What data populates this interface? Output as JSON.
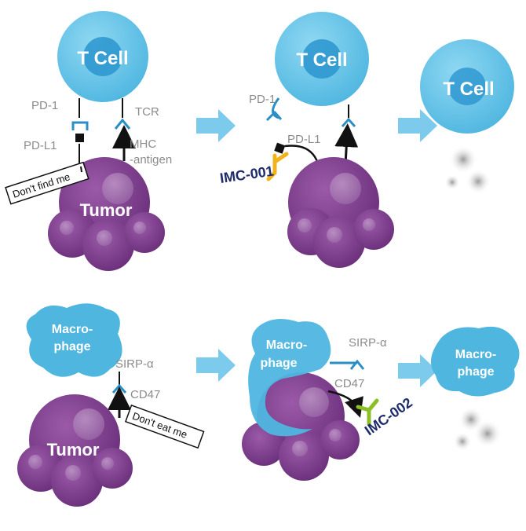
{
  "panel1": {
    "tcell": "T Cell",
    "pd1": "PD-1",
    "tcr": "TCR",
    "pdl1": "PD-L1",
    "mhc_line1": "MHC",
    "mhc_line2": "-antigen",
    "tag": "Don't find me",
    "tumor": "Tumor"
  },
  "panel2": {
    "tcell": "T Cell",
    "pd1": "PD-1",
    "pdl1": "PD-L1",
    "drug": "IMC-001"
  },
  "panel3": {
    "tcell": "T Cell"
  },
  "panel4": {
    "mac_line1": "Macro-",
    "mac_line2": "phage",
    "sirpa": "SIRP-α",
    "cd47": "CD47",
    "tag": "Don't eat me",
    "tumor": "Tumor"
  },
  "panel5": {
    "mac_line1": "Macro-",
    "mac_line2": "phage",
    "sirpa": "SIRP-α",
    "cd47": "CD47",
    "drug": "IMC-002"
  },
  "panel6": {
    "mac_line1": "Macro-",
    "mac_line2": "phage"
  },
  "colors": {
    "tcell": "#5cc3e6",
    "tcell_nucleus": "#2a95cf",
    "tumor": "#7d3f8c",
    "arrow": "#7ccbec",
    "receptor": "#2b8fc6",
    "imc001": "#f2b21b",
    "imc002": "#8cbf26",
    "drug_text": "#1d2b6b"
  }
}
